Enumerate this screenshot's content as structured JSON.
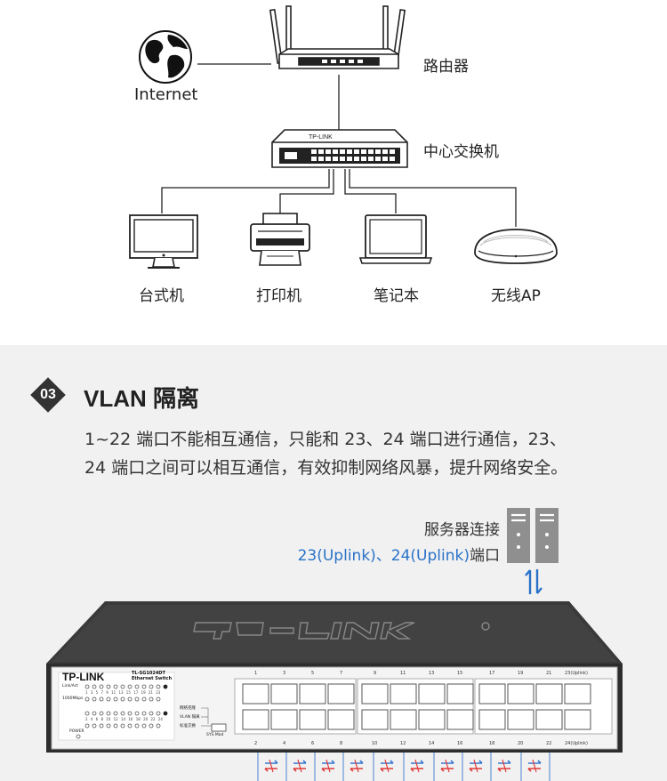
{
  "topology": {
    "internet_label": "Internet",
    "router_label": "路由器",
    "switch_label": "中心交换机",
    "devices": [
      "台式机",
      "打印机",
      "笔记本",
      "无线AP"
    ]
  },
  "section": {
    "number": "03",
    "title": "VLAN 隔离",
    "description_lines": [
      "1~22 端口不能相互通信，只能和 23、24 端口进行通信，23、",
      "24 端口之间可以相互通信，有效抑制网络风暴，提升网络安全。"
    ]
  },
  "server": {
    "label": "服务器连接",
    "ports_label_blue": "23(Uplink)、24(Uplink)",
    "ports_label_suffix": "端口"
  },
  "switch_panel": {
    "brand": "TP-LINK",
    "model": "TL-SG1024DT",
    "model_sub": "Ethernet Switch",
    "top_logo": "TP-LINK",
    "linkact_label": "Link/Act",
    "speed_label": "1000Mbps",
    "power_label": "POWER",
    "led_top_numbers": "1 3 5 7 9 11 13 15 17 19 21 23",
    "led_bottom_numbers": "2 4 6 8 10 12 14 16 18 20 22 24",
    "mode_labels": [
      "网络克隆",
      "VLAN 隔离",
      "标准交换"
    ],
    "sys_mode_label": "SYS Mod",
    "top_port_numbers": [
      "1",
      "3",
      "5",
      "7",
      "9",
      "11",
      "13",
      "15",
      "17",
      "19",
      "21",
      "23(Uplink)"
    ],
    "bottom_port_numbers": [
      "2",
      "4",
      "6",
      "8",
      "10",
      "12",
      "14",
      "16",
      "18",
      "20",
      "22",
      "24(Uplink)"
    ]
  },
  "colors": {
    "badge": "#333333",
    "accent_blue": "#2a72c8",
    "blocked_red": "#e03a3a",
    "link_blue": "#3a78d0",
    "section_bg": "#f1f1f1"
  }
}
